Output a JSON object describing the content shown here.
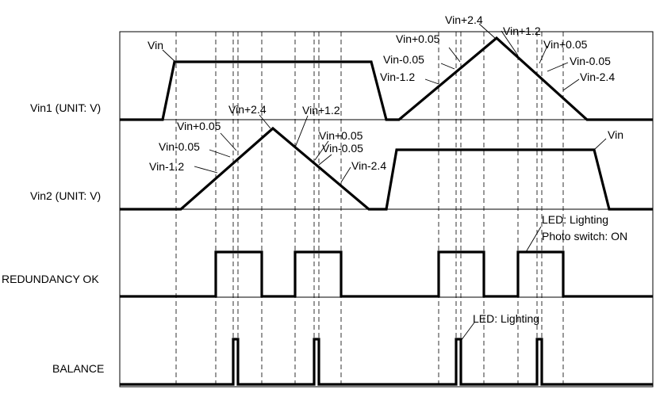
{
  "rows": {
    "vin1": "Vin1 (UNIT: V)",
    "vin2": "Vin2 (UNIT: V)",
    "redundancy": "REDUNDANCY OK",
    "balance": "BALANCE"
  },
  "vin1_annotations": {
    "vin": "Vin",
    "plus24": "Vin+2.4",
    "plus12": "Vin+1.2",
    "plus005_rise": "Vin+0.05",
    "plus005_fall": "Vin+0.05",
    "minus005_rise": "Vin-0.05",
    "minus005_fall": "Vin-0.05",
    "minus12": "Vin-1.2",
    "minus24": "Vin-2.4"
  },
  "vin2_annotations": {
    "vin": "Vin",
    "plus24": "Vin+2.4",
    "plus12": "Vin+1.2",
    "plus005_rise": "Vin+0.05",
    "plus005_fall": "Vin+0.05",
    "minus005_rise": "Vin-0.05",
    "minus005_fall": "Vin-0.05",
    "minus12": "Vin-1.2",
    "minus24": "Vin-2.4"
  },
  "redundancy_annotations": {
    "led": "LED: Lighting",
    "photo": "Photo switch: ON"
  },
  "balance_annotations": {
    "led": "LED: Lighting"
  }
}
